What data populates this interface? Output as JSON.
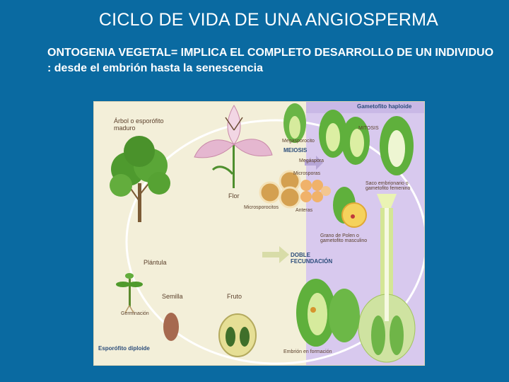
{
  "slide": {
    "title": "CICLO DE VIDA DE  UNA ANGIOSPERMA",
    "subtitle": "ONTOGENIA VEGETAL= IMPLICA EL COMPLETO DESARROLLO DE UN INDIVIDUO : desde el embrión hasta la senescencia"
  },
  "diagram": {
    "labels": {
      "arbol": "Árbol o esporófito maduro",
      "flor": "Flor",
      "megasporocito": "Megasporocito",
      "meiosis": "MEIOSIS",
      "megaspora": "Megáspora",
      "microsporas": "Microsporas",
      "microsporocitos": "Microsporocitos",
      "anteras": "Anteras",
      "gametofito_haploide": "Gametofito haploide",
      "mitosis": "MITOSIS",
      "saco_embrionario": "Saco embrionario o gametofito femenino",
      "grano_polen": "Grano de Polen o gametofito masculino",
      "doble_fecundacion": "DOBLE FECUNDACIÓN",
      "plantula": "Plántula",
      "semilla": "Semilla",
      "fruto": "Fruto",
      "germinacion": "Germinación",
      "esporofito_diploide": "Esporófito diploide",
      "embrion": "Embrión en formación"
    },
    "colors": {
      "background": "#f3efd9",
      "haploid_panel": "#d8c9ee",
      "cycle_ring": "#ffffff",
      "arrow": "#b7a6d6",
      "green": "#5fb03c",
      "brown_seed": "#c69a48"
    }
  }
}
